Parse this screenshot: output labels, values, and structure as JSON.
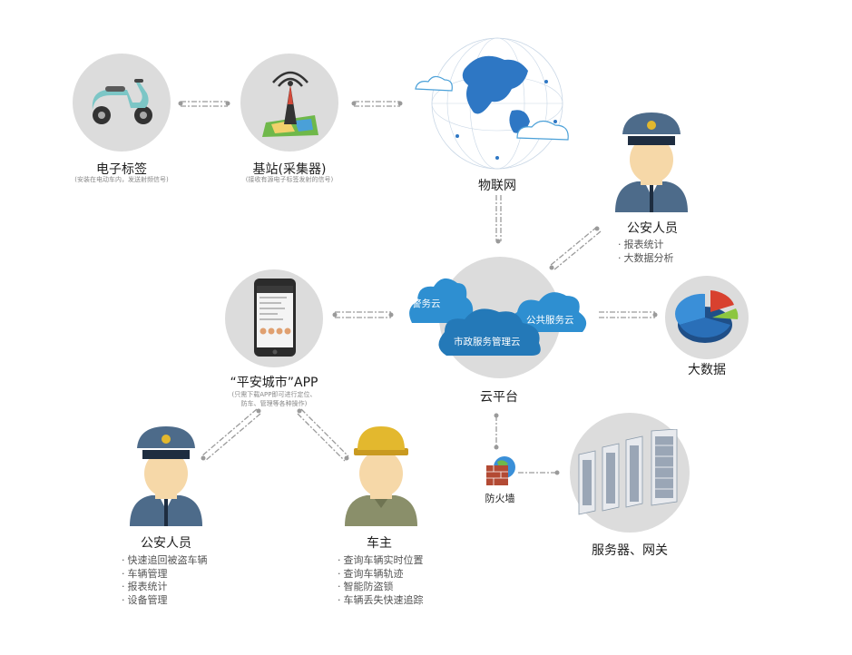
{
  "nodes": {
    "e_tag": {
      "label": "电子标签",
      "sub": "(安装在电动车内，发送射频信号)"
    },
    "base_station": {
      "label": "基站(采集器)",
      "sub": "(接收有源电子标签发射的信号)"
    },
    "iot": {
      "label": "物联网"
    },
    "police_top": {
      "label": "公安人员",
      "items": [
        "报表统计",
        "大数据分析"
      ]
    },
    "cloud_platform": {
      "label": "云平台",
      "clouds": {
        "police": "警务云",
        "public": "公共服务云",
        "municipal": "市政服务管理云"
      }
    },
    "big_data": {
      "label": "大数据"
    },
    "app": {
      "label": "“平安城市”APP",
      "sub_line1": "(只需下载APP即可进行定位、",
      "sub_line2": "防车、管理等各种操作)"
    },
    "police_bottom": {
      "label": "公安人员",
      "items": [
        "快速追回被盗车辆",
        "车辆管理",
        "报表统计",
        "设备管理"
      ]
    },
    "owner": {
      "label": "车主",
      "items": [
        "查询车辆实时位置",
        "查询车辆轨迹",
        "智能防盗锁",
        "车辆丢失快速追踪"
      ]
    },
    "firewall": {
      "label": "防火墙"
    },
    "servers": {
      "label": "服务器、网关"
    }
  },
  "colors": {
    "circle": "#dcdcdc",
    "cloud": "#2e8fd1",
    "connector": "#9a9a9a",
    "police_uniform": "#4d6b8a",
    "owner_uniform": "#8a8f6a",
    "helmet": "#e3b82e",
    "skin": "#f6d8a8"
  },
  "icons": [
    "scooter-icon",
    "antenna-tower-icon",
    "globe-network-icon",
    "police-officer-icon",
    "pie-chart-icon",
    "smartphone-icon",
    "worker-icon",
    "firewall-icon",
    "server-rack-icon"
  ]
}
